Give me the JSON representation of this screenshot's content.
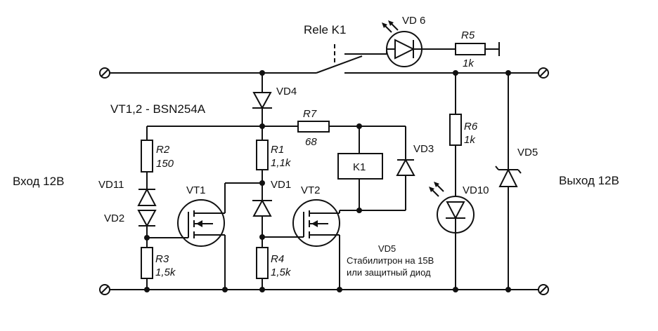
{
  "title": "VT1,2 - BSN254A",
  "relay_label": "Rele K1",
  "input_label": "Вход 12В",
  "output_label": "Выход 12В",
  "components": {
    "vd6": "VD 6",
    "r5": "R5",
    "r5_val": "1k",
    "vd4": "VD4",
    "r7": "R7",
    "r7_val": "68",
    "r1": "R1",
    "r1_val": "1,1k",
    "vd3": "VD3",
    "k1": "K1",
    "r6": "R6",
    "r6_val": "1k",
    "vd5": "VD5",
    "r2": "R2",
    "r2_val": "150",
    "vd11": "VD11",
    "vd2": "VD2",
    "vt1": "VT1",
    "vd1": "VD1",
    "vt2": "VT2",
    "vd10": "VD10",
    "r3": "R3",
    "r3_val": "1,5k",
    "r4": "R4",
    "r4_val": "1,5k"
  },
  "note": {
    "title": "VD5",
    "line1": "Стабилитрон на 15В",
    "line2": "или защитный диод"
  }
}
